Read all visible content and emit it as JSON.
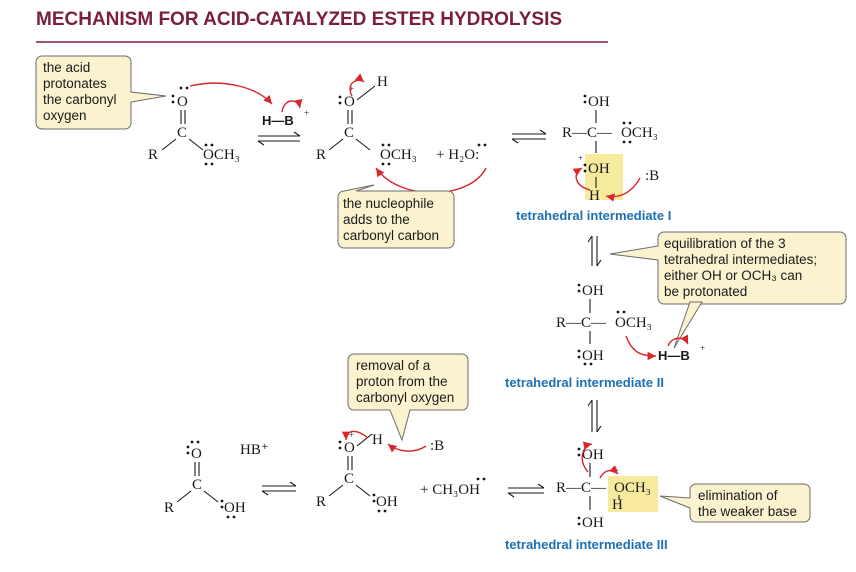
{
  "title": "MECHANISM FOR ACID-CATALYZED ESTER HYDROLYSIS",
  "callouts": {
    "acid_protonates": [
      "the acid",
      "protonates",
      "the carbonyl",
      "oxygen"
    ],
    "nucleophile_adds": [
      "the nucleophile",
      "adds to the",
      "carbonyl carbon"
    ],
    "equilibration": [
      "equilibration of the 3",
      "tetrahedral intermediates;",
      "either OH or OCH₃ can",
      "be protonated"
    ],
    "removal_proton": [
      "removal of a",
      "proton from the",
      "carbonyl oxygen"
    ],
    "elimination": [
      "elimination of",
      "the weaker base"
    ]
  },
  "intermediates": {
    "t1": "tetrahedral intermediate I",
    "t2": "tetrahedral intermediate II",
    "t3": "tetrahedral intermediate III"
  },
  "atoms": {
    "R": "R",
    "C": "C",
    "O": "O",
    "H": "H",
    "OCH3": "OCH₃",
    "OH": "OH",
    "HB": "H—B",
    "plus": "+",
    "plus_water": "+  H₂O:",
    "B": ":B",
    "HBplus": "HB⁺",
    "plus_methanol": "+  CH₃OH",
    "RC": "R—C—"
  },
  "colors": {
    "title": "#7a1f3d",
    "accent_blue": "#1f6fb2",
    "arrow_red": "#d7262e",
    "callout_fill": "#fbf3cf",
    "highlight": "#f7ea9c"
  }
}
